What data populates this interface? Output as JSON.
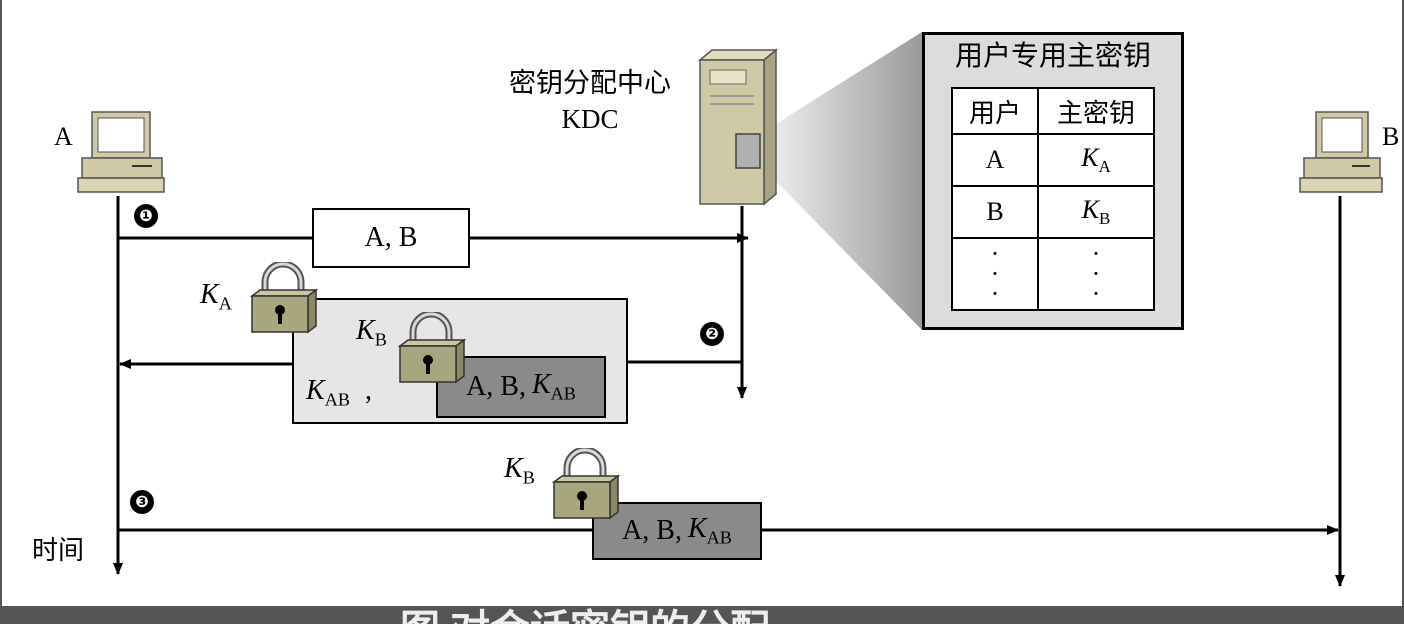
{
  "labels": {
    "host_a": "A",
    "host_b": "B",
    "kdc_name": "密钥分配中心",
    "kdc_abbr": "KDC",
    "time_axis": "时间"
  },
  "steps": [
    "❶",
    "❷",
    "❸"
  ],
  "messages": {
    "msg1": "A, B",
    "key_ab_comma": ",",
    "inner_prefix": "A, B, "
  },
  "keys": {
    "k": "K",
    "sub_a": "A",
    "sub_b": "B",
    "sub_ab": "AB"
  },
  "table": {
    "title": "用户专用主密钥",
    "headers": [
      "用户",
      "主密钥"
    ],
    "rows": [
      {
        "user": "A",
        "key_sub": "A"
      },
      {
        "user": "B",
        "key_sub": "B"
      }
    ]
  },
  "caption": "图         对会话密钥的分配"
}
